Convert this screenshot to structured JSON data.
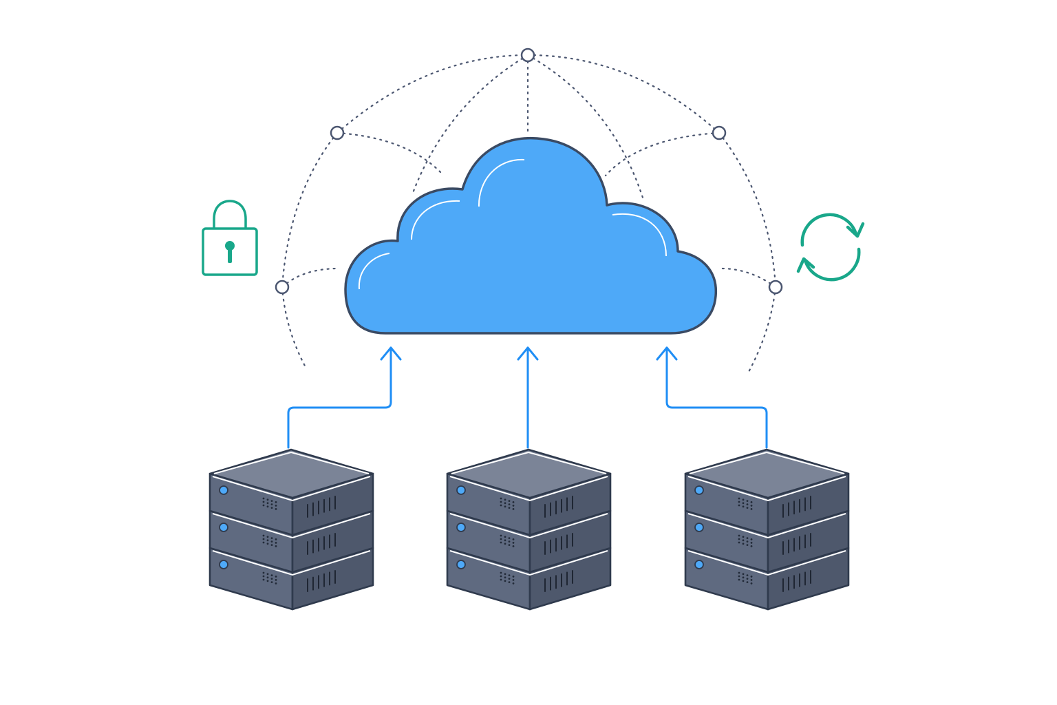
{
  "colors": {
    "cloud_fill": "#4ea9f8",
    "cloud_outline": "#3a4a63",
    "arrow": "#1f8ef5",
    "security_accent": "#19a78a",
    "mesh_line": "#4b5670",
    "server_top": "#7b8497",
    "server_front": "#5f6a80",
    "server_side": "#4e586c",
    "server_led": "#4ea9f8"
  },
  "icons": {
    "cloud": "cloud-icon",
    "lock": "padlock-icon",
    "sync": "sync-arrows-icon",
    "server": "server-rack-icon"
  },
  "servers": [
    {
      "id": "left",
      "units": 3
    },
    {
      "id": "center",
      "units": 3
    },
    {
      "id": "right",
      "units": 3
    }
  ],
  "connections": [
    {
      "from": "server-left",
      "to": "cloud",
      "direction": "up"
    },
    {
      "from": "server-center",
      "to": "cloud",
      "direction": "up"
    },
    {
      "from": "server-right",
      "to": "cloud",
      "direction": "up"
    }
  ]
}
